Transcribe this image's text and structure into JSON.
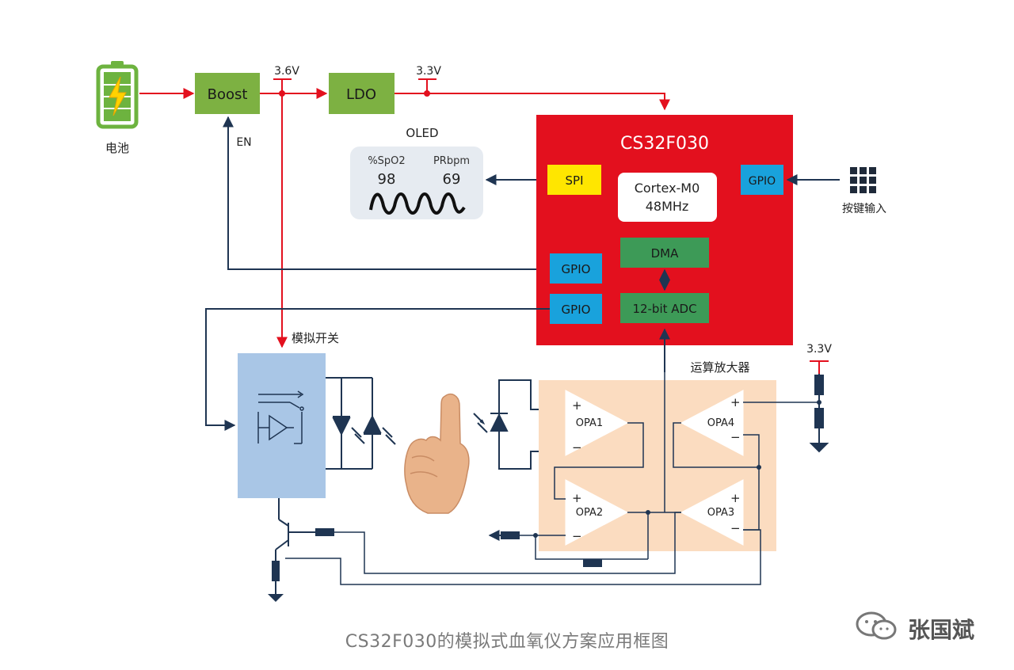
{
  "blocks": {
    "battery_label": "电池",
    "boost": "Boost",
    "ldo": "LDO",
    "v36": "3.6V",
    "v33_top": "3.3V",
    "v33_right": "3.3V",
    "en": "EN",
    "oled_title": "OLED",
    "oled_spo2_label": "%SpO2",
    "oled_spo2_value": "98",
    "oled_pr_label": "PRbpm",
    "oled_pr_value": "69",
    "mcu_title": "CS32F030",
    "spi": "SPI",
    "core_line1": "Cortex-M0",
    "core_line2": "48MHz",
    "gpio_right": "GPIO",
    "gpio_en": "GPIO",
    "gpio_switch": "GPIO",
    "dma": "DMA",
    "adc": "12-bit ADC",
    "keypad_label": "按键输入",
    "analog_switch": "模拟开关",
    "opamp_title": "运算放大器",
    "opa1": "OPA1",
    "opa2": "OPA2",
    "opa3": "OPA3",
    "opa4": "OPA4"
  },
  "caption": "CS32F030的模拟式血氧仪方案应用框图",
  "watermark": "张国斌",
  "colors": {
    "mcu_red": "#e3101e",
    "power_line_red": "#e3101e",
    "block_green": "#7db142",
    "bus_green": "#3d9a57",
    "gpio_blue": "#19a2dc",
    "spi_yellow": "#ffe600",
    "switch_blue": "#a9c6e6",
    "opamp_bg": "#fbdcc0",
    "wire_navy": "#1f3552"
  }
}
